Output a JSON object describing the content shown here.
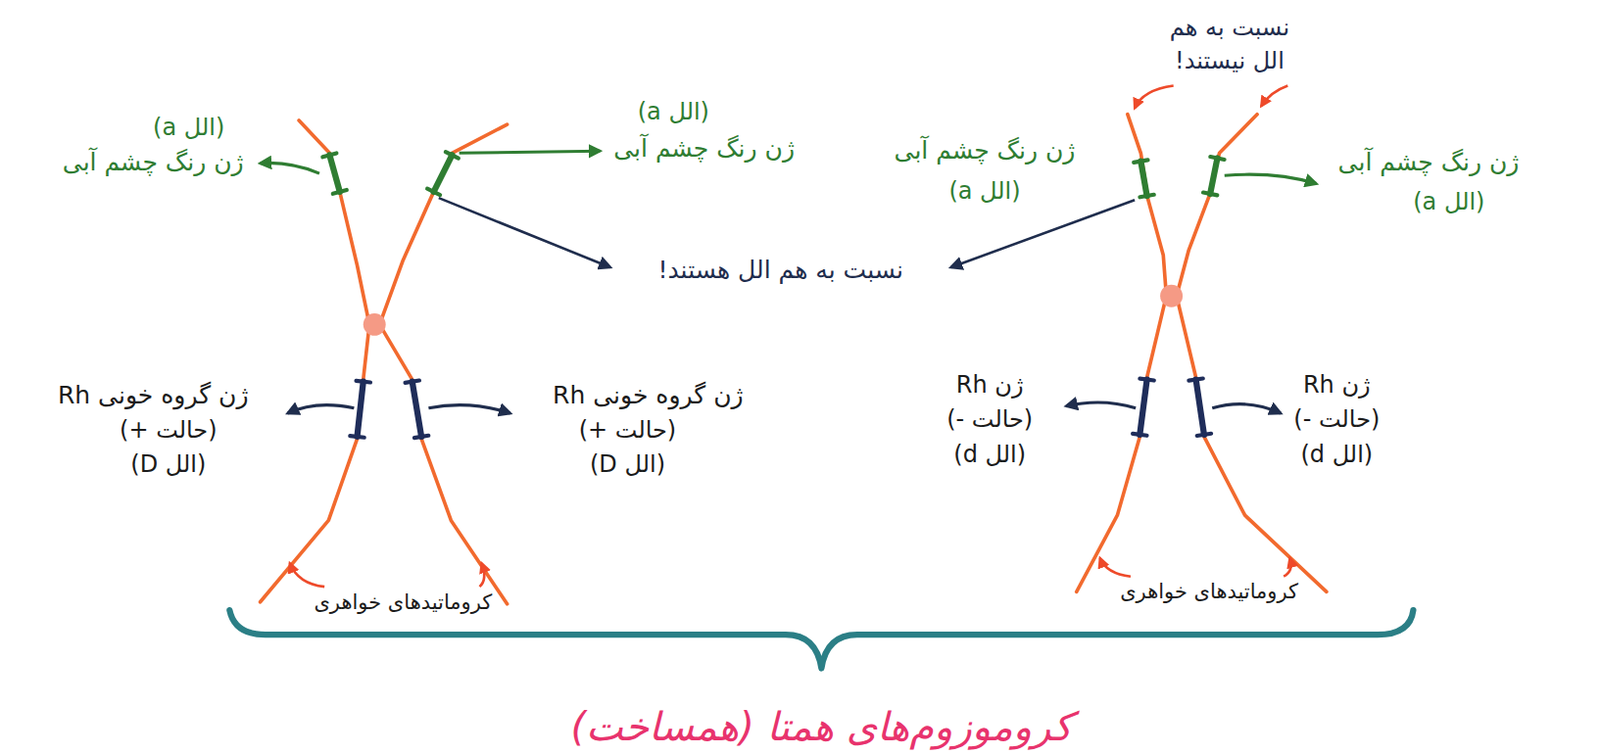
{
  "diagram": {
    "caption": "کروموزوم‌های همتا (همساخت)",
    "labels": [
      "(الل a)",
      "ژن رنگ چشم آبی",
      "(الل a)",
      "ژن رنگ چشم آبی",
      "نسبت به هم الل هستند!",
      "ژن گروه خونی Rh",
      "(حالت +)",
      "(الل D)",
      "ژن گروه خونی Rh",
      "(حالت +)",
      "(الل D)",
      "کروماتیدهای خواهری",
      "نسبت به هم",
      "الل نیستند!",
      "ژن رنگ چشم آبی",
      "(الل a)",
      "ژن رنگ چشم آبی",
      "(الل a)",
      "ژن Rh",
      "(حالت -)",
      "(الل d)",
      "ژن Rh",
      "(حالت -)",
      "(الل d)",
      "کروماتیدهای خواهری"
    ]
  }
}
